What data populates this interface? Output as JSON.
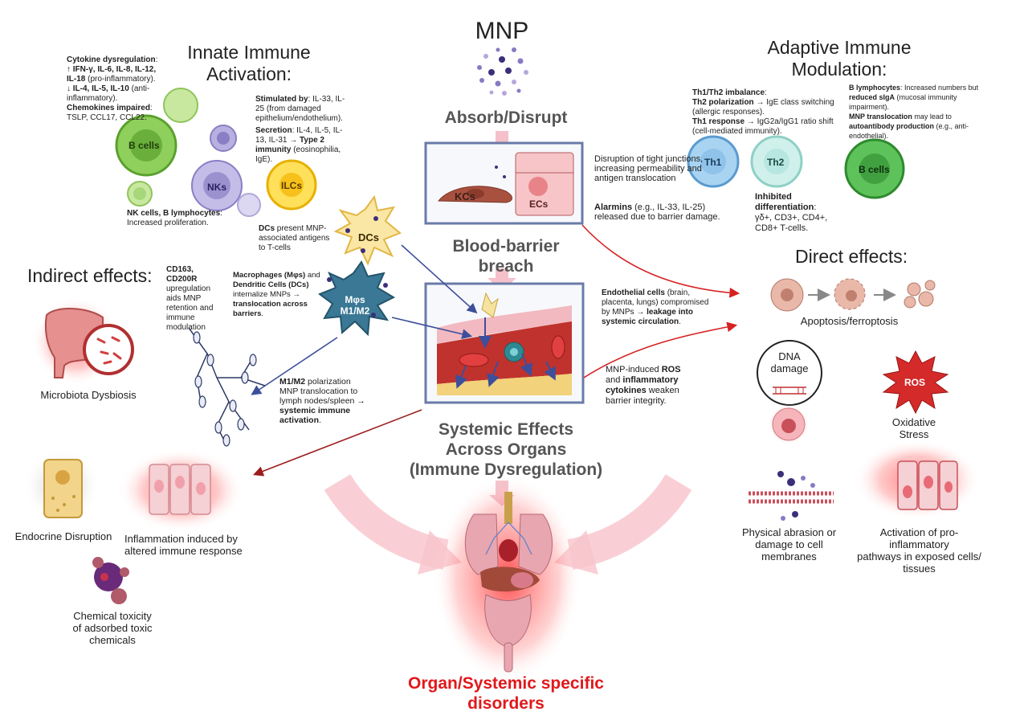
{
  "top": {
    "mnp": "MNP",
    "absorb": "Absorb/Disrupt",
    "barrier_1": "Blood-barrier",
    "barrier_2": "breach",
    "systemic_1": "Systemic Effects",
    "systemic_2": "Across Organs",
    "systemic_3": "(Immune Dysregulation)",
    "organ_1": "Organ/Systemic specific",
    "organ_2": "disorders"
  },
  "cell_labels": {
    "kcs": "KCs",
    "ecs": "ECs",
    "bcells": "B cells",
    "nks": "NKs",
    "ilcs": "ILCs",
    "dcs": "DCs",
    "mphi_1": "Mφs",
    "mphi_2": "M1/M2",
    "th1": "Th1",
    "th2": "Th2",
    "bcells2": "B cells",
    "dna_1": "DNA",
    "dna_2": "damage",
    "ros": "ROS"
  },
  "innate": {
    "title_1": "Innate Immune",
    "title_2": "Activation:",
    "cyto_b1": "Cytokine dysregulation",
    "cyto_t1": ":",
    "cyto_b2": "↑ IFN-γ, IL-6, IL-8, IL-12, IL-18",
    "cyto_t2": " (pro-inflammatory).",
    "cyto_b3": "↓ IL-4, IL-5, IL-10",
    "cyto_t3": " (anti-inflammatory).",
    "cyto_b4": "Chemokines impaired",
    "cyto_t4": ":",
    "cyto_t5": "TSLP, CCL17, CCL22.",
    "stim_b": "Stimulated by",
    "stim_t": ": IL-33, IL-25 (from damaged epithelium/endothelium).",
    "sec_b": "Secretion",
    "sec_t1": ": IL-4, IL-5, IL-13, IL-31 → ",
    "sec_b2": "Type 2 immunity",
    "sec_t2": " (eosinophilia, IgE).",
    "nk_b": "NK cells, B lymphocytes",
    "nk_t1": ":",
    "nk_t2": "Increased proliferation.",
    "dc_b": "DCs",
    "dc_t": " present MNP-associated antigens to T-cells"
  },
  "adaptive": {
    "title_1": "Adaptive Immune",
    "title_2": "Modulation:",
    "th_b1": "Th1/Th2 imbalance",
    "th_t1": ":",
    "th_b2": "Th2 polarization",
    "th_t2": " → IgE class switching (allergic responses).",
    "th_b3": "Th1 response",
    "th_t3": " → IgG2a/IgG1 ratio shift (cell-mediated immunity).",
    "b_b1": "B lymphocytes",
    "b_t1": ": Increased numbers but ",
    "b_b2": "reduced sIgA",
    "b_t2": " (mucosal immunity impairment).",
    "b_b3": "MNP translocation",
    "b_t3": " may lead to ",
    "b_b4": "autoantibody production",
    "b_t4": " (e.g., anti-endothelial).",
    "inh_b1": "Inhibited",
    "inh_b2": "differentiation",
    "inh_t1": ":",
    "inh_t2": "γδ+, CD3+, CD4+, CD8+ T-cells."
  },
  "middle": {
    "tight": "Disruption of tight junctions, increasing permeability and antigen translocation",
    "alarm_b": "Alarmins",
    "alarm_t": " (e.g., IL-33, IL-25) released due to barrier damage.",
    "endo_b1": "Endothelial cells",
    "endo_t1": " (brain, placenta, lungs) compromised by MNPs → ",
    "endo_b2": "leakage into systemic circulation",
    "endo_t2": ".",
    "ros_t1": "MNP-induced ",
    "ros_b1": "ROS",
    "ros_t2": " and ",
    "ros_b2": "inflammatory cytokines",
    "ros_t3": " weaken barrier integrity."
  },
  "indirect": {
    "title": "Indirect effects:",
    "cd_b": "CD163, CD200R",
    "cd_t": " upregulation aids MNP retention and immune modulation",
    "mac_b1": "Macrophages (Mφs)",
    "mac_t1": " and ",
    "mac_b2": "Dendritic Cells (DCs)",
    "mac_t2": " internalize MNPs → ",
    "mac_b3": "translocation across barriers",
    "mac_t3": ".",
    "m12_b1": "M1/M2",
    "m12_t1": " polarization MNP translocation to lymph nodes/spleen → ",
    "m12_b2": "systemic immune activation",
    "m12_t2": ".",
    "microbiota": "Microbiota Dysbiosis",
    "endocrine": "Endocrine Disruption",
    "inflam_1": "Inflammation induced by",
    "inflam_2": "altered immune response",
    "chem_1": "Chemical toxicity",
    "chem_2": "of adsorbed toxic",
    "chem_3": "chemicals"
  },
  "direct": {
    "title": "Direct effects:",
    "apop": "Apoptosis/ferroptosis",
    "ox_1": "Oxidative",
    "ox_2": "Stress",
    "phys_1": "Physical abrasion or",
    "phys_2": "damage to cell",
    "phys_3": "membranes",
    "act_1": "Activation of pro-inflammatory",
    "act_2": "pathways in exposed cells/",
    "act_3": "tissues"
  },
  "colors": {
    "accent_red": "#e0191b",
    "arrow_blue": "#3d4f9b",
    "arrow_red": "#d62222",
    "dark_red": "#9b1d1d",
    "pink_arrow": "#f4b6c0",
    "box_border": "#6a7ba8",
    "title_grey": "#555555"
  }
}
